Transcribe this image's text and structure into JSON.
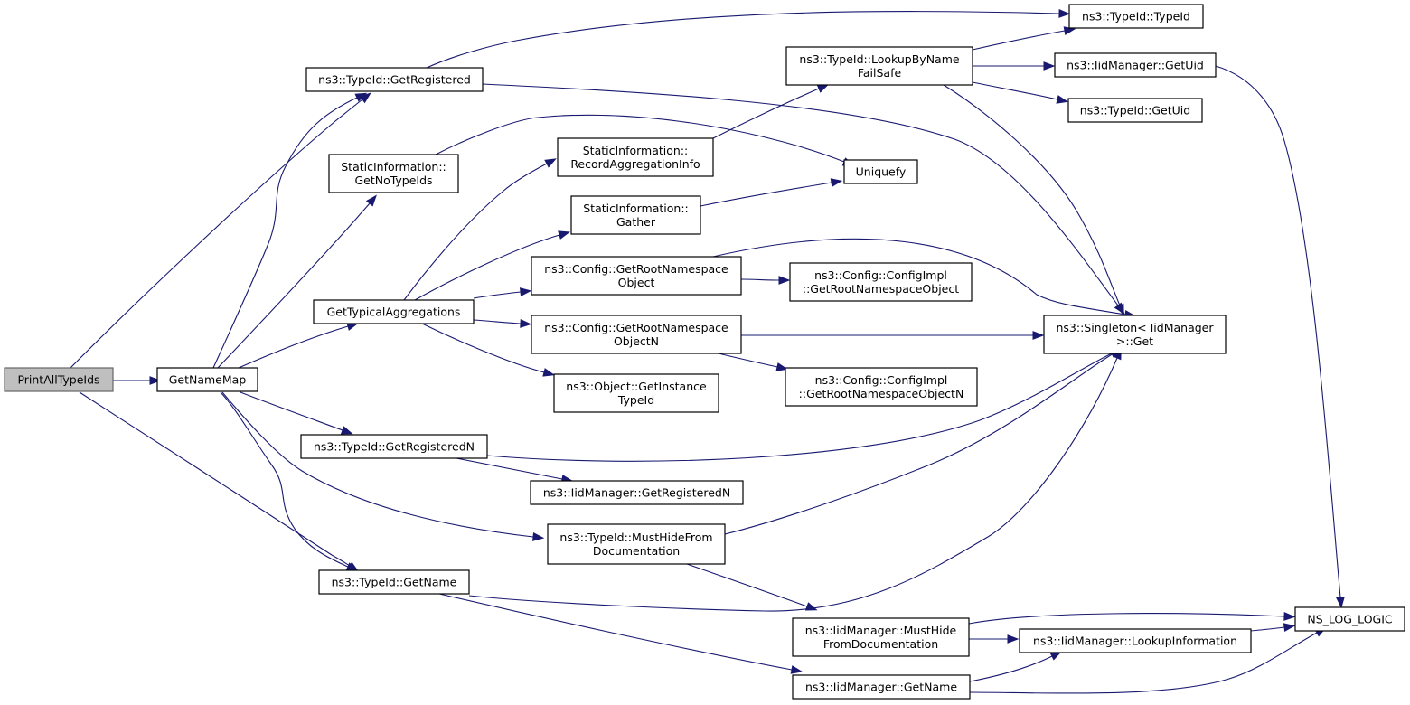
{
  "diagram": {
    "nodes": {
      "printall": {
        "lines": [
          "PrintAllTypeIds"
        ]
      },
      "getnamemap": {
        "lines": [
          "GetNameMap"
        ]
      },
      "getregistered": {
        "lines": [
          "ns3::TypeId::GetRegistered"
        ]
      },
      "getnotypeids": {
        "lines": [
          "StaticInformation::",
          "GetNoTypeIds"
        ]
      },
      "gettypical": {
        "lines": [
          "GetTypicalAggregations"
        ]
      },
      "getregisteredn": {
        "lines": [
          "ns3::TypeId::GetRegisteredN"
        ]
      },
      "getname": {
        "lines": [
          "ns3::TypeId::GetName"
        ]
      },
      "recordagg": {
        "lines": [
          "StaticInformation::",
          "RecordAggregationInfo"
        ]
      },
      "gather": {
        "lines": [
          "StaticInformation::",
          "Gather"
        ]
      },
      "rootns": {
        "lines": [
          "ns3::Config::GetRootNamespace",
          "Object"
        ]
      },
      "rootnsn": {
        "lines": [
          "ns3::Config::GetRootNamespace",
          "ObjectN"
        ]
      },
      "getinstance": {
        "lines": [
          "ns3::Object::GetInstance",
          "TypeId"
        ]
      },
      "iidregn": {
        "lines": [
          "ns3::IidManager::GetRegisteredN"
        ]
      },
      "musthide": {
        "lines": [
          "ns3::TypeId::MustHideFrom",
          "Documentation"
        ]
      },
      "lookup": {
        "lines": [
          "ns3::TypeId::LookupByName",
          "FailSafe"
        ]
      },
      "uniquefy": {
        "lines": [
          "Uniquefy"
        ]
      },
      "implroot": {
        "lines": [
          "ns3::Config::ConfigImpl",
          "::GetRootNamespaceObject"
        ]
      },
      "implrootn": {
        "lines": [
          "ns3::Config::ConfigImpl",
          "::GetRootNamespaceObjectN"
        ]
      },
      "iidmusthide": {
        "lines": [
          "ns3::IidManager::MustHide",
          "FromDocumentation"
        ]
      },
      "iidgetname": {
        "lines": [
          "ns3::IidManager::GetName"
        ]
      },
      "typeidctor": {
        "lines": [
          "ns3::TypeId::TypeId"
        ]
      },
      "iidgetuid": {
        "lines": [
          "ns3::IidManager::GetUid"
        ]
      },
      "typeidgetuid": {
        "lines": [
          "ns3::TypeId::GetUid"
        ]
      },
      "singleton": {
        "lines": [
          "ns3::Singleton< IidManager",
          ">::Get"
        ]
      },
      "iidlookupinfo": {
        "lines": [
          "ns3::IidManager::LookupInformation"
        ]
      },
      "nslog": {
        "lines": [
          "NS_LOG_LOGIC"
        ]
      }
    },
    "edges": [
      {
        "from": "printall",
        "to": "getnamemap"
      },
      {
        "from": "printall",
        "to": "getregistered"
      },
      {
        "from": "printall",
        "to": "getname"
      },
      {
        "from": "getnamemap",
        "to": "getregistered"
      },
      {
        "from": "getnamemap",
        "to": "getnotypeids"
      },
      {
        "from": "getnamemap",
        "to": "gettypical"
      },
      {
        "from": "getnamemap",
        "to": "getregisteredn"
      },
      {
        "from": "getnamemap",
        "to": "musthide"
      },
      {
        "from": "getnamemap",
        "to": "getname"
      },
      {
        "from": "getregistered",
        "to": "typeidctor"
      },
      {
        "from": "getregistered",
        "to": "singleton"
      },
      {
        "from": "getnotypeids",
        "to": "uniquefy"
      },
      {
        "from": "gettypical",
        "to": "recordagg"
      },
      {
        "from": "gettypical",
        "to": "gather"
      },
      {
        "from": "gettypical",
        "to": "rootns"
      },
      {
        "from": "gettypical",
        "to": "rootnsn"
      },
      {
        "from": "gettypical",
        "to": "getinstance"
      },
      {
        "from": "recordagg",
        "to": "lookup"
      },
      {
        "from": "gather",
        "to": "uniquefy"
      },
      {
        "from": "lookup",
        "to": "typeidctor"
      },
      {
        "from": "lookup",
        "to": "iidgetuid"
      },
      {
        "from": "lookup",
        "to": "typeidgetuid"
      },
      {
        "from": "lookup",
        "to": "singleton"
      },
      {
        "from": "iidgetuid",
        "to": "nslog"
      },
      {
        "from": "rootns",
        "to": "implroot"
      },
      {
        "from": "rootns",
        "to": "singleton"
      },
      {
        "from": "rootnsn",
        "to": "singleton"
      },
      {
        "from": "rootnsn",
        "to": "implrootn"
      },
      {
        "from": "getregisteredn",
        "to": "singleton"
      },
      {
        "from": "getregisteredn",
        "to": "iidregn"
      },
      {
        "from": "musthide",
        "to": "singleton"
      },
      {
        "from": "musthide",
        "to": "iidmusthide"
      },
      {
        "from": "getname",
        "to": "singleton"
      },
      {
        "from": "getname",
        "to": "iidgetname"
      },
      {
        "from": "iidmusthide",
        "to": "nslog"
      },
      {
        "from": "iidmusthide",
        "to": "iidlookupinfo"
      },
      {
        "from": "iidgetname",
        "to": "iidlookupinfo"
      },
      {
        "from": "iidgetname",
        "to": "nslog"
      },
      {
        "from": "iidlookupinfo",
        "to": "nslog"
      }
    ]
  }
}
